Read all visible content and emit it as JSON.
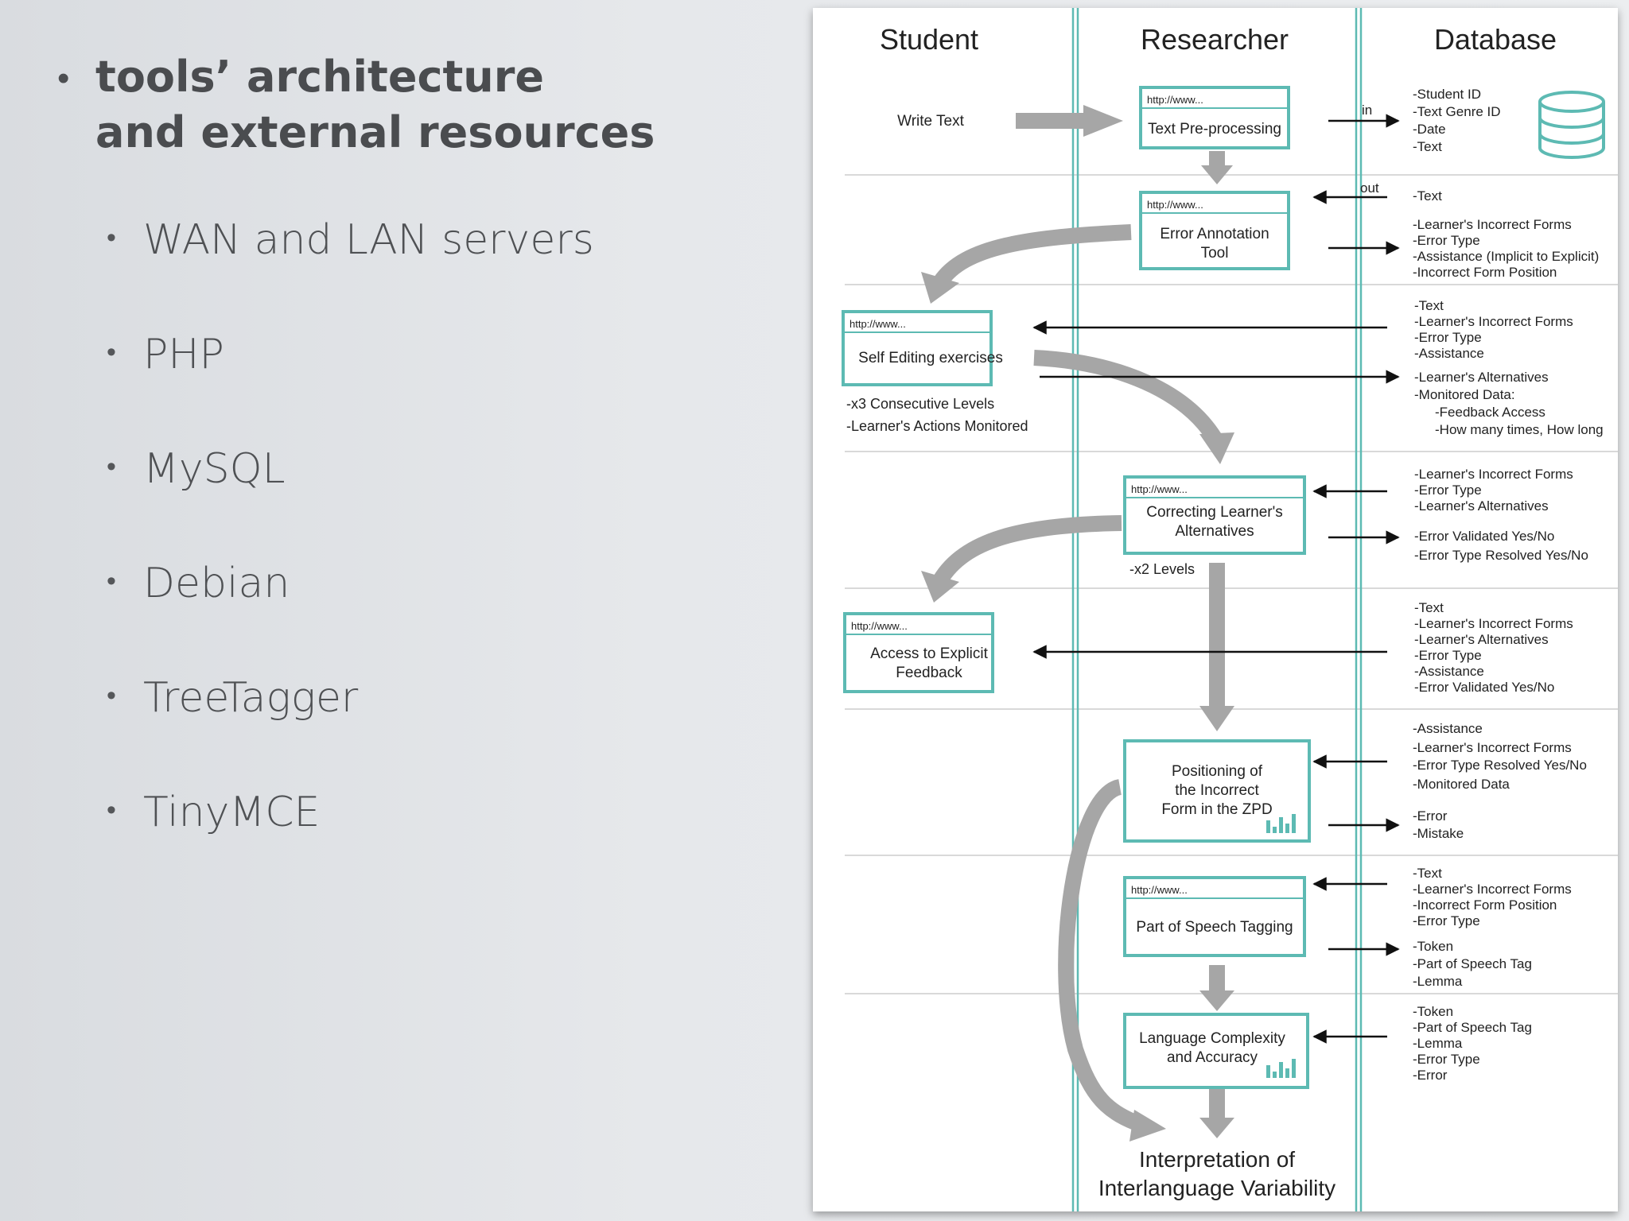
{
  "slide": {
    "heading_line1": "tools’ architecture",
    "heading_line2": "and external resources",
    "bullet_items": [
      "WAN and LAN servers",
      "PHP",
      "MySQL",
      "Debian",
      "TreeTagger",
      "TinyMCE"
    ]
  },
  "diagram": {
    "columns": [
      "Student",
      "Researcher",
      "Database"
    ],
    "student_write": "Write Text",
    "url_label": "http://www...",
    "arrow_in": "in",
    "arrow_out": "out",
    "boxes": {
      "preprocessing": [
        "Text Pre-processing"
      ],
      "annotation": [
        "Error Annotation",
        "Tool"
      ],
      "self_editing": [
        "Self Editing exercises"
      ],
      "correcting": [
        "Correcting Learner's",
        "Alternatives"
      ],
      "explicit_feedback": [
        "Access to Explicit",
        "Feedback"
      ],
      "positioning": [
        "Positioning of",
        "the Incorrect",
        "Form in the ZPD"
      ],
      "pos_tagging": [
        "Part of Speech Tagging"
      ],
      "complexity": [
        "Language Complexity",
        "and Accuracy"
      ]
    },
    "notes": {
      "self_editing": [
        "-x3 Consecutive Levels",
        "-Learner's Actions Monitored"
      ],
      "correcting": "-x2 Levels"
    },
    "final": [
      "Interpretation of",
      "Interlanguage Variability"
    ],
    "db_lists": [
      [
        "-Student ID",
        "-Text Genre ID",
        "-Date",
        "-Text"
      ],
      [
        "-Text"
      ],
      [
        "-Learner's Incorrect Forms",
        "-Error Type",
        "-Assistance (Implicit to Explicit)",
        "-Incorrect Form Position"
      ],
      [
        "-Text",
        "-Learner's Incorrect Forms",
        "-Error Type",
        "-Assistance"
      ],
      [
        "-Learner's Alternatives",
        "-Monitored Data:",
        "-Feedback Access",
        "-How many times, How long"
      ],
      [
        "-Learner's Incorrect Forms",
        "-Error Type",
        "-Learner's Alternatives"
      ],
      [
        "-Error Validated Yes/No",
        "-Error Type Resolved Yes/No"
      ],
      [
        "-Text",
        "-Learner's Incorrect Forms",
        "-Learner's Alternatives",
        "-Error Type",
        "-Assistance",
        "-Error Validated Yes/No"
      ],
      [
        "-Assistance",
        "-Learner's Incorrect Forms",
        "-Error Type Resolved Yes/No",
        "-Monitored Data"
      ],
      [
        "-Error",
        "-Mistake"
      ],
      [
        "-Text",
        "-Learner's Incorrect Forms",
        "-Incorrect Form Position",
        "-Error Type"
      ],
      [
        "-Token",
        "-Part of Speech Tag",
        "-Lemma"
      ],
      [
        "-Token",
        "-Part of Speech Tag",
        "-Lemma",
        "-Error Type",
        "-Error"
      ]
    ],
    "colors": {
      "teal": "#5dbab3",
      "arrow_gray": "#a6a6a6",
      "divider": "#d9d9d9"
    }
  }
}
